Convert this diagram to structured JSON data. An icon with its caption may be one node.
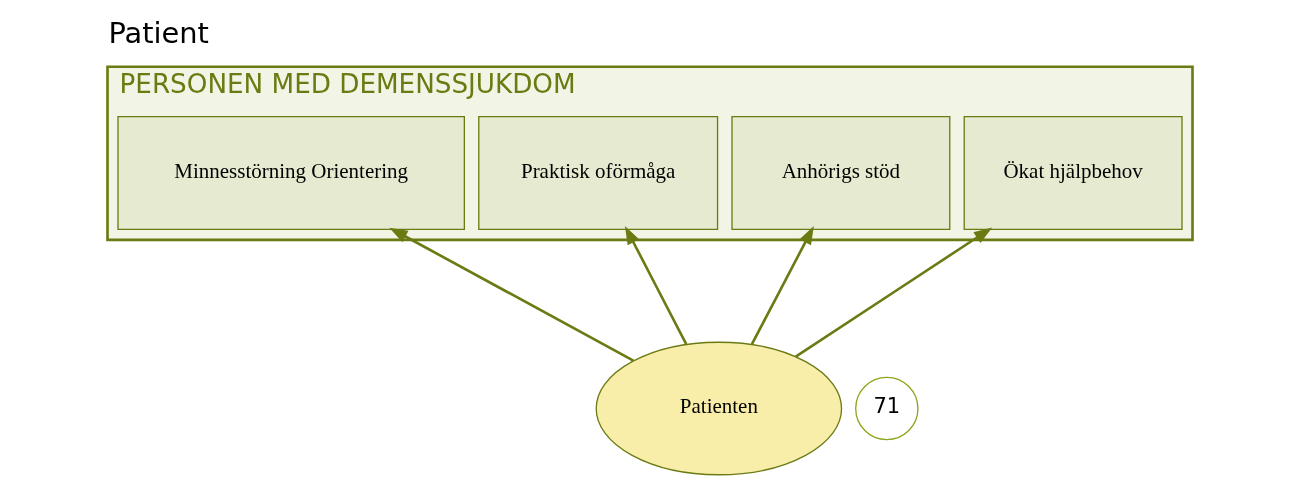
{
  "diagram": {
    "title": "Patient",
    "nodes": [
      {
        "text": [
          "PERSONEN MED DEMENSSJUKDOM"
        ]
      },
      {
        "text": [
          "Minnesstörning Orientering"
        ],
        "in": 0
      },
      {
        "text": [
          "Praktisk oförmåga"
        ],
        "in": 0
      },
      {
        "text": [
          "Anhörigs stöd"
        ],
        "in": 0
      },
      {
        "text": [
          "Ökat hjälpbehov"
        ],
        "in": 0
      },
      {
        "text": [
          "Patienten"
        ]
      },
      {
        "text": [
          "71"
        ]
      }
    ],
    "edges": [
      {
        "from": 5,
        "to": 1,
        "arrow": "to"
      },
      {
        "from": 5,
        "to": 2,
        "arrow": "to"
      },
      {
        "from": 5,
        "to": 3,
        "arrow": "to"
      },
      {
        "from": 5,
        "to": 4,
        "arrow": "to"
      }
    ]
  }
}
